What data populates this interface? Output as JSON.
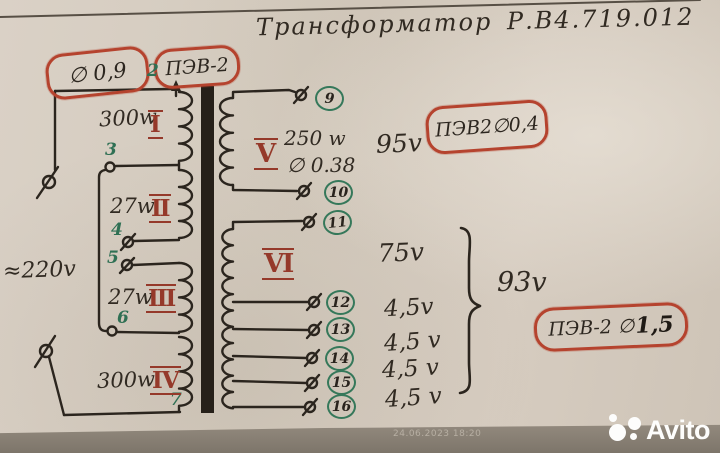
{
  "photo": {
    "timestamp": "24.06.2023 18:20",
    "watermark": "Avito"
  },
  "schematic": {
    "title": "Трансформатор Р.В4.719.012",
    "input": {
      "voltage": "≈220v"
    },
    "annotations": {
      "primary_wire_gauge": "∅ 0,9",
      "primary_wire_type": "ПЭВ-2",
      "winding5_wire": "ПЭВ2∅0,4",
      "winding6_wire_prefix": "ПЭВ-2 ∅",
      "winding6_wire_size": "1,5"
    },
    "primary_terminal_labels": [
      "2",
      "3",
      "4",
      "5",
      "6",
      "7"
    ],
    "primary_windings": [
      {
        "power": "300w",
        "numeral": "I"
      },
      {
        "power": "27w",
        "numeral": "II"
      },
      {
        "power": "27w",
        "numeral": "III"
      },
      {
        "power": "300w",
        "numeral": "IV"
      }
    ],
    "secondary": {
      "winding5": {
        "numeral": "V",
        "power": "250 w",
        "gauge": "∅ 0.38",
        "voltage": "95v"
      },
      "winding6": {
        "numeral": "VI",
        "total_voltage": "93v",
        "tap_voltages": [
          "75v",
          "4,5v",
          "4,5 v",
          "4,5 v",
          "4,5 v"
        ]
      },
      "terminals": [
        "9",
        "10",
        "11",
        "12",
        "13",
        "14",
        "15",
        "16"
      ]
    },
    "colors": {
      "ink": "#2b251e",
      "annotation_red": "#b5432e",
      "terminal_green": "#35785a",
      "numeral_red": "#95392a"
    }
  }
}
